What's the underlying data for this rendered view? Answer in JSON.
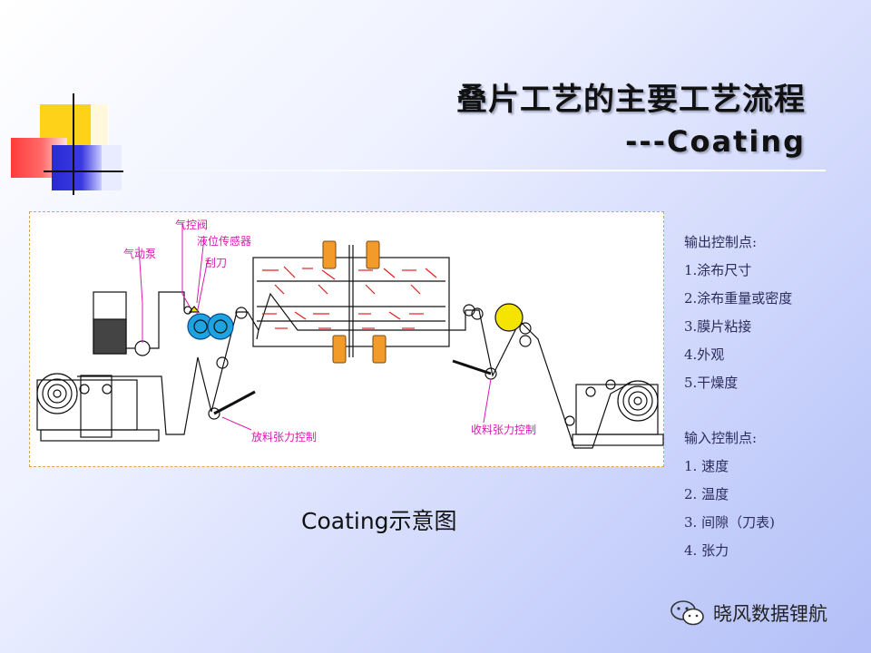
{
  "title": "叠片工艺的主要工艺流程",
  "subtitle": "---Coating",
  "caption": "Coating示意图",
  "diagram_labels": {
    "pump": "气动泵",
    "valve": "气控阀",
    "level_sensor": "液位传感器",
    "blade": "刮刀",
    "unwind_tension": "放料张力控制",
    "rewind_tension": "收料张力控制"
  },
  "output_points": {
    "heading": "输出控制点:",
    "items": [
      "1.涂布尺寸",
      "2.涂布重量或密度",
      "3.膜片粘接",
      "4.外观",
      "5.干燥度"
    ]
  },
  "input_points": {
    "heading": "输入控制点:",
    "items": [
      "1. 速度",
      "2. 温度",
      "3. 间隙（刀表)",
      "4. 张力"
    ]
  },
  "brand": "晓风数据锂航",
  "colors": {
    "label_magenta": "#d81bb0",
    "roller_blue": "#1fa3e0",
    "roller_yellow": "#f5e400",
    "heater_orange": "#f29a2a",
    "arrow_red": "#e02020"
  },
  "icons": {
    "brand": "wechat-icon"
  }
}
